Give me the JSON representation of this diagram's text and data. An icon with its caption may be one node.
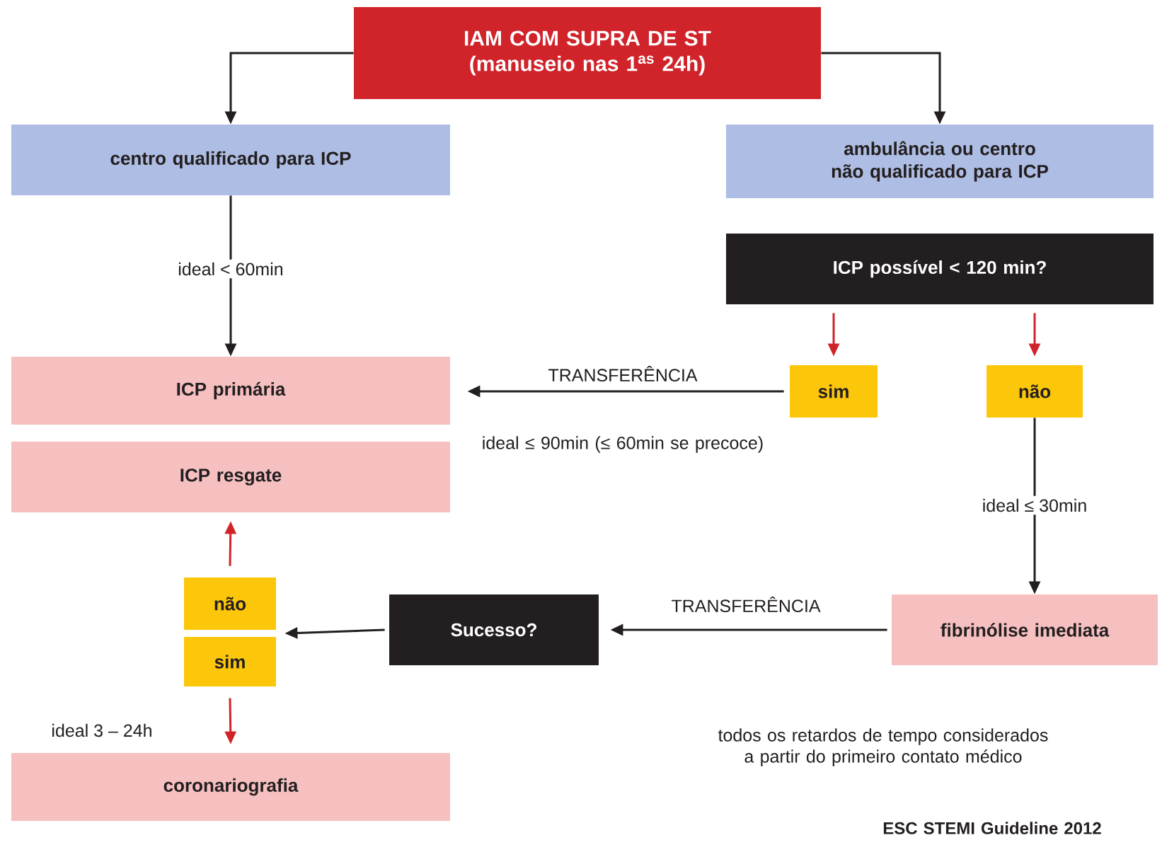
{
  "diagram": {
    "nodes": [
      {
        "text": [
          "IAM COM SUPRA DE ST (manuseio nas 1$^{as}$ 24h)"
        ]
      },
      {
        "text": [
          "centro qualificado para ICP"
        ]
      },
      {
        "text": [
          "ambulância ou centro não qualificado para ICP"
        ]
      },
      {
        "text": [
          "ICP possível < 120 min?"
        ]
      },
      {
        "text": [
          "ICP primária"
        ]
      },
      {
        "text": [
          "ICP resgate"
        ]
      },
      {
        "text": [
          "sim"
        ]
      },
      {
        "text": [
          "não"
        ]
      },
      {
        "text": [
          "fibrinólise imediata"
        ]
      },
      {
        "text": [
          "Sucesso?"
        ]
      },
      {
        "text": [
          "não"
        ]
      },
      {
        "text": [
          "sim"
        ]
      },
      {
        "text": [
          "coronariografia"
        ]
      }
    ],
    "edges": [
      {
        "from": 0,
        "to": 1,
        "arrow": "to"
      },
      {
        "from": 0,
        "to": 2,
        "arrow": "to"
      },
      {
        "from": 1,
        "to": 4,
        "arrow": "to",
        "label": "ideal < 60min"
      },
      {
        "from": 3,
        "to": 6,
        "arrow": "to",
        "color": "#d0232a"
      },
      {
        "from": 3,
        "to": 7,
        "arrow": "to",
        "color": "#d0232a"
      },
      {
        "from": 6,
        "to": 4,
        "arrow": "to",
        "label": "TRANSFERÊNCIA"
      },
      {
        "from": 7,
        "to": 8,
        "arrow": "to",
        "label": "ideal ≤ 30min"
      },
      {
        "from": 8,
        "to": 9,
        "arrow": "to",
        "label": "TRANSFERÊNCIA"
      },
      {
        "from": 9,
        "to": 10,
        "arrow": "to"
      },
      {
        "from": 9,
        "to": 11,
        "arrow": "to"
      },
      {
        "from": 10,
        "to": 5,
        "arrow": "to",
        "color": "#d0232a"
      },
      {
        "from": 11,
        "to": 12,
        "arrow": "to",
        "color": "#d0232a",
        "label": "ideal 3 – 24h"
      }
    ],
    "labels": [
      "ideal ≤ 90min (≤ 60min se precoce)",
      "todos os retardos de tempo considerados a partir do primeiro contato médico",
      "ESC STEMI Guideline 2012"
    ]
  }
}
